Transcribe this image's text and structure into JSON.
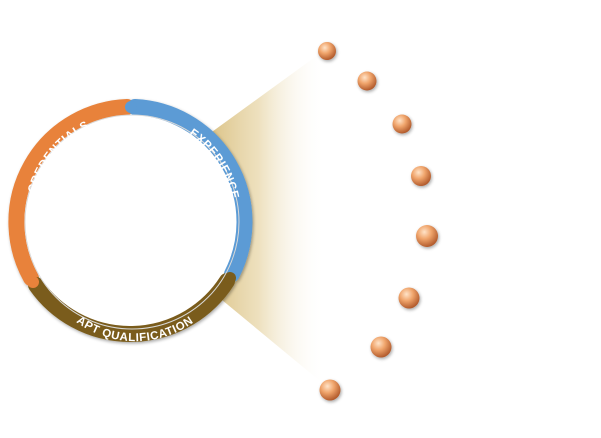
{
  "diagram": {
    "segments": [
      {
        "id": "credentials",
        "label": "CREDENTIALS",
        "color": "#E8823A"
      },
      {
        "id": "experience",
        "label": "EXPERIENCE",
        "color": "#5B9BD5"
      },
      {
        "id": "apt-qualification",
        "label": "APT QUALIFICATION",
        "color": "#7A5C1A"
      }
    ],
    "center_text": "",
    "bullet_count": 8,
    "bullet_items": [
      "",
      "",
      "",
      "",
      "",
      "",
      "",
      ""
    ],
    "colors": {
      "fan_start": "#C8A44E",
      "fan_end": "#FFFFFF",
      "bullet_light": "#FFE3C8",
      "bullet_mid": "#F0A56C",
      "bullet_dark": "#B0582A"
    }
  }
}
